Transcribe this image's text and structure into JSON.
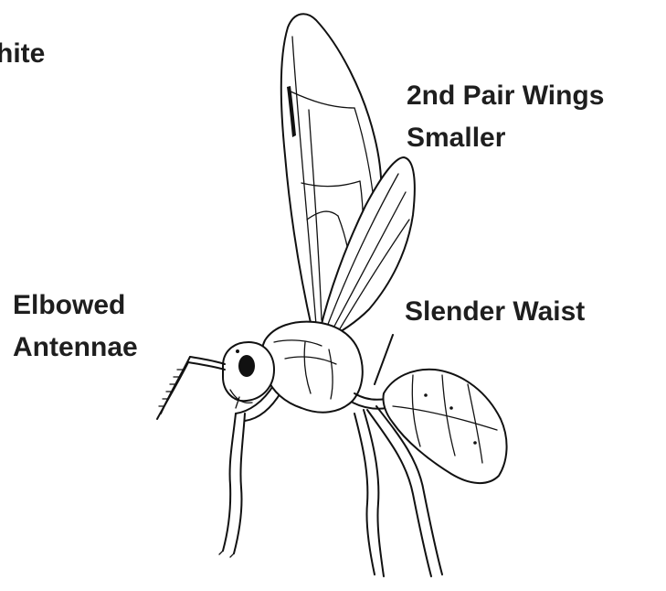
{
  "labels": {
    "top_left_fragment": "hite",
    "wings_line1": "2nd Pair Wings",
    "wings_line2": "Smaller",
    "waist": "Slender Waist",
    "antennae_line1": "Elbowed",
    "antennae_line2": "Antennae"
  },
  "colors": {
    "ink": "#111111",
    "background": "#ffffff"
  }
}
